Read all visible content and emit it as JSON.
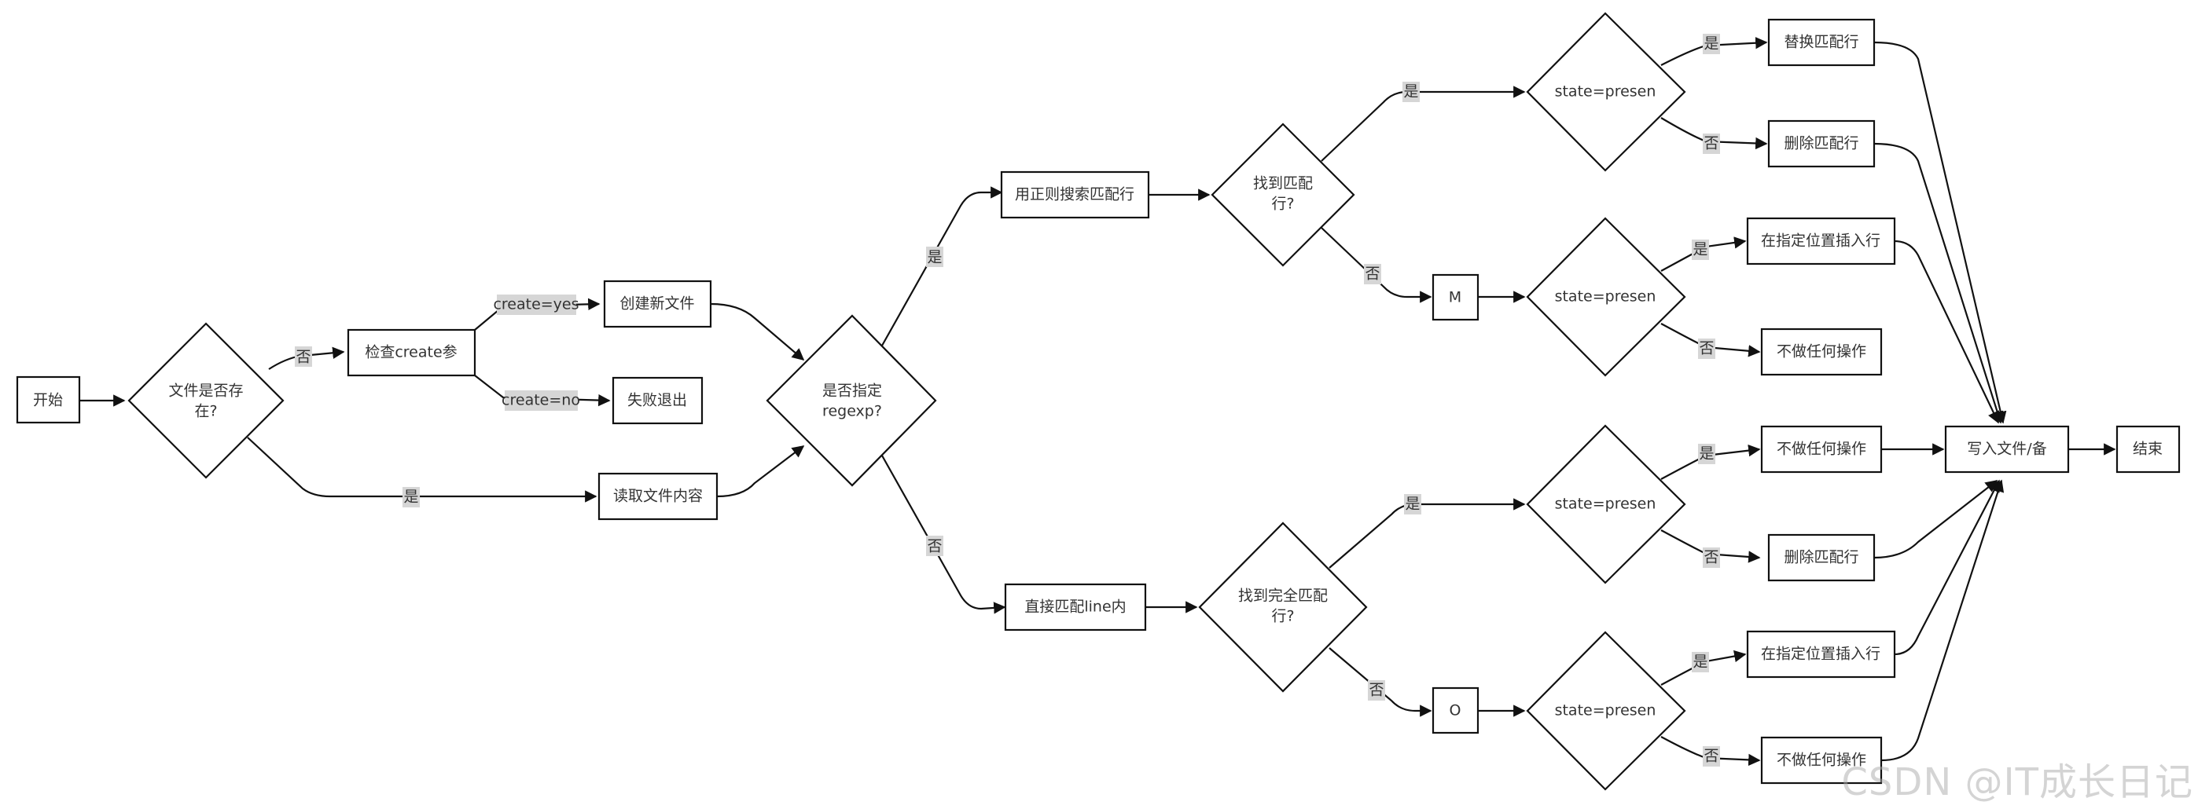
{
  "colors": {
    "stroke": "#111111",
    "node_fill": "#ffffff",
    "edge_label_bg": "#d6d6d6",
    "text": "#333333",
    "watermark": "#aaaaaa"
  },
  "watermark": "CSDN @IT成长日记",
  "nodes": {
    "start": "开始",
    "file_exists": [
      "文件是否存",
      "在?"
    ],
    "check_create": "检查create参",
    "create_file": "创建新文件",
    "fail_exit": "失败退出",
    "read_file": "读取文件内容",
    "regexp_given": [
      "是否指定",
      "regexp?"
    ],
    "regex_search": "用正则搜索匹配行",
    "direct_match": "直接匹配line内",
    "found_match": [
      "找到匹配",
      "行?"
    ],
    "found_exact": [
      "找到完全匹配",
      "行?"
    ],
    "m_box": "M",
    "o_box": "O",
    "state_1": "state=presen",
    "state_2": "state=presen",
    "state_3": "state=presen",
    "state_4": "state=presen",
    "replace_line": "替换匹配行",
    "delete_line_1": "删除匹配行",
    "insert_line_1": "在指定位置插入行",
    "noop_1": "不做任何操作",
    "noop_2": "不做任何操作",
    "delete_line_2": "删除匹配行",
    "insert_line_2": "在指定位置插入行",
    "noop_3": "不做任何操作",
    "write_file": "写入文件/备",
    "end": "结束"
  },
  "edge_labels": {
    "no": "否",
    "yes": "是",
    "create_yes": "create=yes",
    "create_no": "create=no"
  }
}
